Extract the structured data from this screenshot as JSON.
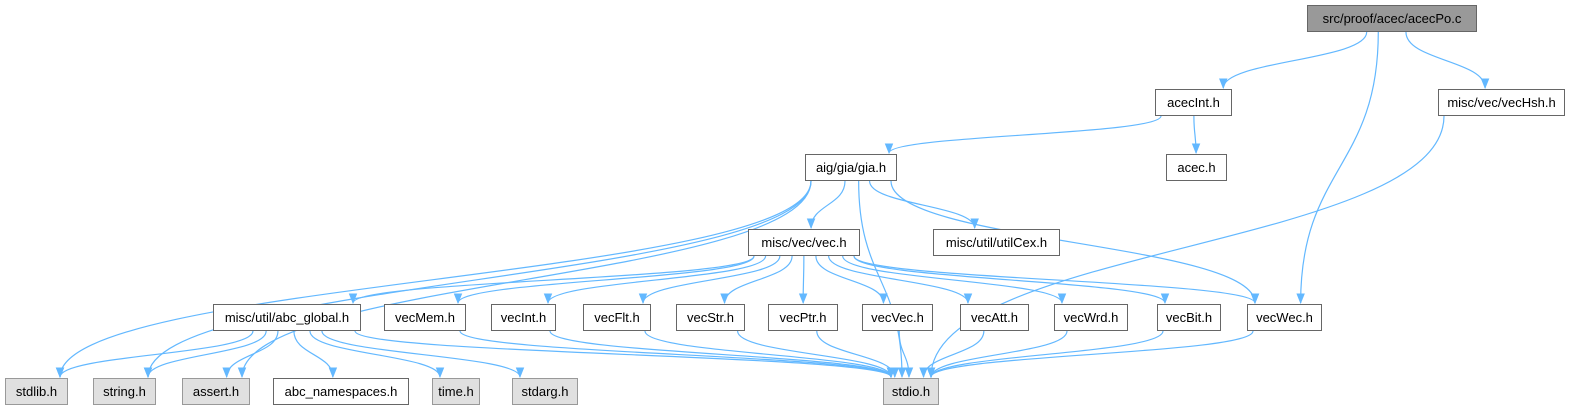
{
  "colors": {
    "edge": "#63b8ff",
    "root_fill": "#999999",
    "system_fill": "#e0e0e0",
    "node_fill": "#ffffff"
  },
  "nodes": {
    "acecPo": {
      "label": "src/proof/acec/acecPo.c",
      "kind": "root"
    },
    "acecInt": {
      "label": "acecInt.h",
      "kind": "local"
    },
    "vecHsh": {
      "label": "misc/vec/vecHsh.h",
      "kind": "local"
    },
    "gia": {
      "label": "aig/gia/gia.h",
      "kind": "local"
    },
    "acec": {
      "label": "acec.h",
      "kind": "local"
    },
    "vec": {
      "label": "misc/vec/vec.h",
      "kind": "local"
    },
    "utilCex": {
      "label": "misc/util/utilCex.h",
      "kind": "local"
    },
    "abc_global": {
      "label": "misc/util/abc_global.h",
      "kind": "local"
    },
    "vecMem": {
      "label": "vecMem.h",
      "kind": "local"
    },
    "vecInt": {
      "label": "vecInt.h",
      "kind": "local"
    },
    "vecFlt": {
      "label": "vecFlt.h",
      "kind": "local"
    },
    "vecStr": {
      "label": "vecStr.h",
      "kind": "local"
    },
    "vecPtr": {
      "label": "vecPtr.h",
      "kind": "local"
    },
    "vecVec": {
      "label": "vecVec.h",
      "kind": "local"
    },
    "vecAtt": {
      "label": "vecAtt.h",
      "kind": "local"
    },
    "vecWrd": {
      "label": "vecWrd.h",
      "kind": "local"
    },
    "vecBit": {
      "label": "vecBit.h",
      "kind": "local"
    },
    "vecWec": {
      "label": "vecWec.h",
      "kind": "local"
    },
    "stdlib": {
      "label": "stdlib.h",
      "kind": "system"
    },
    "string": {
      "label": "string.h",
      "kind": "system"
    },
    "assert": {
      "label": "assert.h",
      "kind": "system"
    },
    "abc_namespaces": {
      "label": "abc_namespaces.h",
      "kind": "local"
    },
    "time": {
      "label": "time.h",
      "kind": "system"
    },
    "stdarg": {
      "label": "stdarg.h",
      "kind": "system"
    },
    "stdio": {
      "label": "stdio.h",
      "kind": "system"
    }
  },
  "edges": [
    [
      "acecPo",
      "acecInt"
    ],
    [
      "acecPo",
      "vecWec"
    ],
    [
      "acecPo",
      "vecHsh"
    ],
    [
      "acecInt",
      "gia"
    ],
    [
      "acecInt",
      "acec"
    ],
    [
      "vecHsh",
      "stdio"
    ],
    [
      "gia",
      "vec"
    ],
    [
      "gia",
      "utilCex"
    ],
    [
      "gia",
      "stdlib"
    ],
    [
      "gia",
      "string"
    ],
    [
      "gia",
      "assert"
    ],
    [
      "gia",
      "stdio"
    ],
    [
      "gia",
      "vecWec"
    ],
    [
      "vec",
      "abc_global"
    ],
    [
      "vec",
      "vecMem"
    ],
    [
      "vec",
      "vecInt"
    ],
    [
      "vec",
      "vecFlt"
    ],
    [
      "vec",
      "vecStr"
    ],
    [
      "vec",
      "vecPtr"
    ],
    [
      "vec",
      "vecVec"
    ],
    [
      "vec",
      "vecAtt"
    ],
    [
      "vec",
      "vecWrd"
    ],
    [
      "vec",
      "vecBit"
    ],
    [
      "vec",
      "vecWec"
    ],
    [
      "abc_global",
      "stdlib"
    ],
    [
      "abc_global",
      "string"
    ],
    [
      "abc_global",
      "assert"
    ],
    [
      "abc_global",
      "abc_namespaces"
    ],
    [
      "abc_global",
      "time"
    ],
    [
      "abc_global",
      "stdarg"
    ],
    [
      "abc_global",
      "stdio"
    ],
    [
      "vecMem",
      "stdio"
    ],
    [
      "vecInt",
      "stdio"
    ],
    [
      "vecFlt",
      "stdio"
    ],
    [
      "vecStr",
      "stdio"
    ],
    [
      "vecPtr",
      "stdio"
    ],
    [
      "vecVec",
      "stdio"
    ],
    [
      "vecAtt",
      "stdio"
    ],
    [
      "vecWrd",
      "stdio"
    ],
    [
      "vecBit",
      "stdio"
    ],
    [
      "vecWec",
      "stdio"
    ]
  ]
}
